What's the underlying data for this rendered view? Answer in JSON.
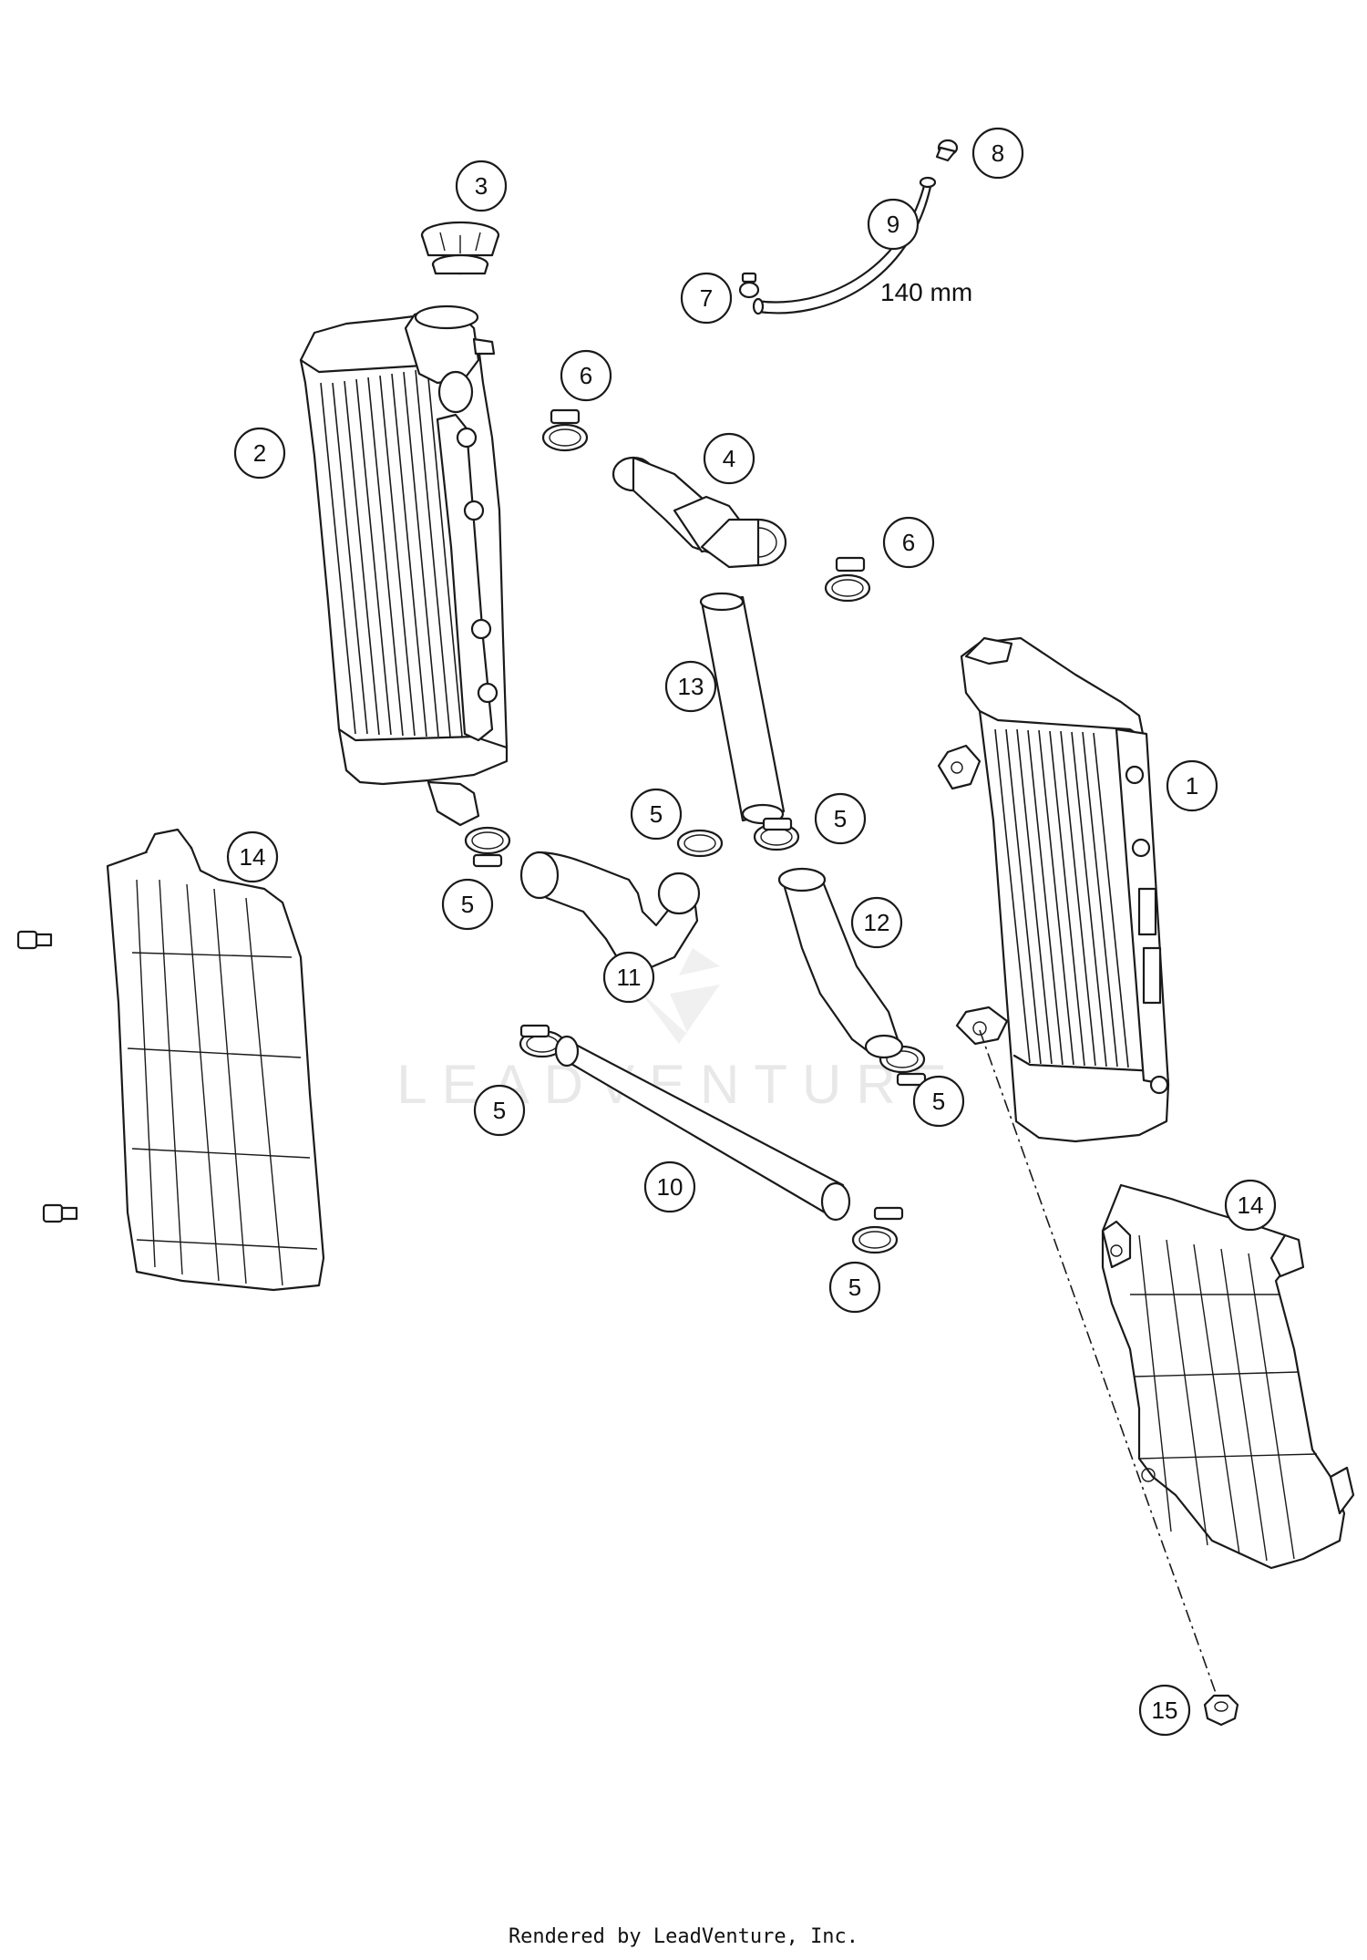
{
  "callouts": [
    {
      "id": "1",
      "label": "1"
    },
    {
      "id": "2",
      "label": "2"
    },
    {
      "id": "3",
      "label": "3"
    },
    {
      "id": "4",
      "label": "4"
    },
    {
      "id": "5a",
      "label": "5"
    },
    {
      "id": "5b",
      "label": "5"
    },
    {
      "id": "5c",
      "label": "5"
    },
    {
      "id": "5d",
      "label": "5"
    },
    {
      "id": "5e",
      "label": "5"
    },
    {
      "id": "5f",
      "label": "5"
    },
    {
      "id": "6a",
      "label": "6"
    },
    {
      "id": "6b",
      "label": "6"
    },
    {
      "id": "7",
      "label": "7"
    },
    {
      "id": "8",
      "label": "8"
    },
    {
      "id": "9",
      "label": "9"
    },
    {
      "id": "10",
      "label": "10"
    },
    {
      "id": "11",
      "label": "11"
    },
    {
      "id": "12",
      "label": "12"
    },
    {
      "id": "13",
      "label": "13"
    },
    {
      "id": "14a",
      "label": "14"
    },
    {
      "id": "14b",
      "label": "14"
    },
    {
      "id": "15",
      "label": "15"
    }
  ],
  "dimension_label": "140 mm",
  "watermark": "LEADVENTURE",
  "footer": "Rendered by LeadVenture, Inc."
}
